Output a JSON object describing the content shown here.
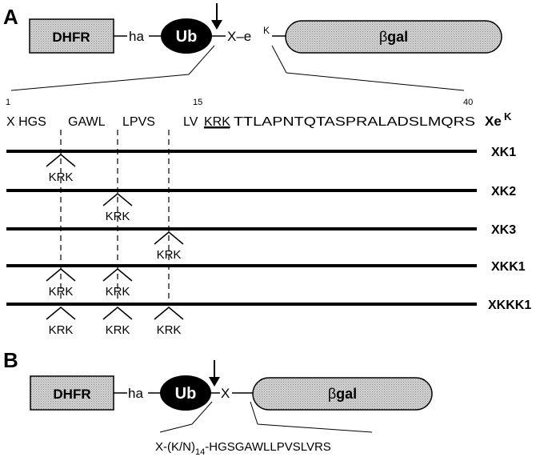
{
  "panel_a": {
    "label": "A",
    "construct": {
      "dhfr": "DHFR",
      "ha": "ha",
      "ub": "Ub",
      "x_linker": "X–e",
      "x_linker_sup": "K",
      "bgal_beta": "β",
      "bgal_rest": "gal"
    },
    "sequence": {
      "pos_1": "1",
      "pos_15": "15",
      "pos_40": "40",
      "seg_1": "X HGS",
      "seg_2": "GAWL",
      "seg_3": "LPVS",
      "seg_4": "LV",
      "seg_krk": "KRK",
      "seg_5": "TTLAPNTQTASPRALADSLMQRS",
      "name": "Xe",
      "name_sup": "K"
    },
    "insert_label": "KRK",
    "rows": [
      {
        "name": "XK1"
      },
      {
        "name": "XK2"
      },
      {
        "name": "XK3"
      },
      {
        "name": "XKK1"
      },
      {
        "name": "XKKK1"
      }
    ]
  },
  "panel_b": {
    "label": "B",
    "construct": {
      "dhfr": "DHFR",
      "ha": "ha",
      "ub": "Ub",
      "x": "X",
      "bgal_beta": "β",
      "bgal_rest": "gal"
    },
    "sequence_pre": "X-(K/N)",
    "sequence_sub": "14",
    "sequence_post": "-HGSGAWLLPVSLVRS"
  }
}
